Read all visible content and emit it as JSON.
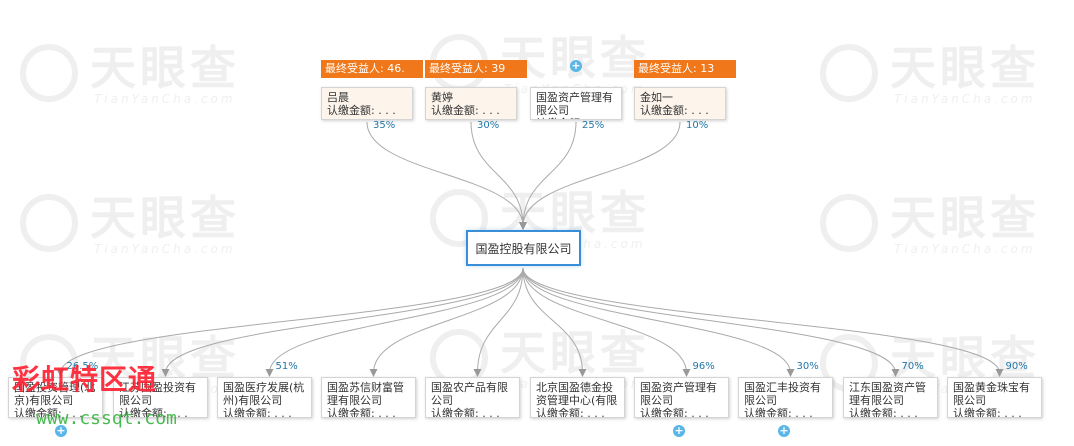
{
  "watermark": {
    "brand": "天眼查",
    "sub": "TianYanCha.com"
  },
  "center": {
    "name": "国盈控股有限公司"
  },
  "amount_label": "认缴金额: . . .",
  "shareholders": [
    {
      "badge": "最终受益人: 46.",
      "name": "吕晨",
      "pct": "35%"
    },
    {
      "badge": "最终受益人: 39",
      "name": "黄婷",
      "pct": "30%"
    },
    {
      "badge": "",
      "name": "国盈资产管理有限公司",
      "pct": "25%"
    },
    {
      "badge": "最终受益人: 13",
      "name": "金如一",
      "pct": "10%"
    }
  ],
  "investments": [
    {
      "name": "国盈投资管理(北京)有限公司",
      "pct": "26.5%"
    },
    {
      "name": "江苏国盈投资有限公司",
      "pct": ""
    },
    {
      "name": "国盈医疗发展(杭州)有限公司",
      "pct": "51%"
    },
    {
      "name": "国盈苏信财富管理有限公司",
      "pct": ""
    },
    {
      "name": "国盈农产品有限公司",
      "pct": ""
    },
    {
      "name": "北京国盈德金投资管理中心(有限合伙)",
      "pct": ""
    },
    {
      "name": "国盈资产管理有限公司",
      "pct": "96%"
    },
    {
      "name": "国盈汇丰投资有限公司",
      "pct": "30%"
    },
    {
      "name": "江东国盈资产管理有限公司",
      "pct": "70%"
    },
    {
      "name": "国盈黄金珠宝有限公司",
      "pct": "90%"
    }
  ],
  "overlay": {
    "title": "彩虹特区通",
    "url": "www.cssqt.com"
  },
  "colors": {
    "badge": "#f0781a",
    "center_border": "#3a8ed6",
    "edge": "#aaaaaa",
    "pct": "#2277aa",
    "plus": "#5ab6e8"
  }
}
